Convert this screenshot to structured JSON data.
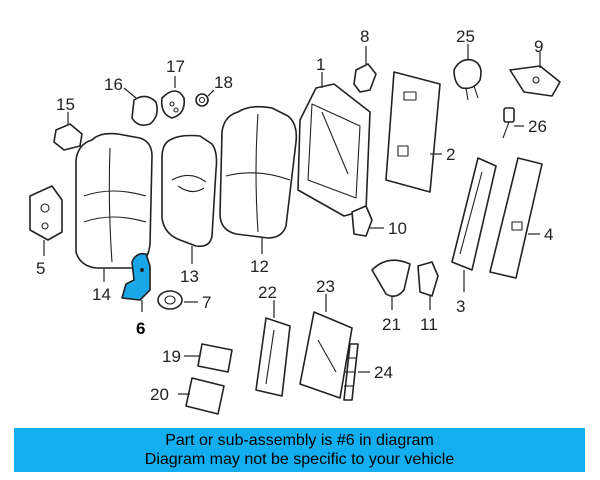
{
  "highlight_color": "#1aa7e8",
  "banner_color": "#13aef0",
  "callouts": {
    "c1": "1",
    "c2": "2",
    "c3": "3",
    "c4": "4",
    "c5": "5",
    "c6": "6",
    "c7": "7",
    "c8": "8",
    "c9": "9",
    "c10": "10",
    "c11": "11",
    "c12": "12",
    "c13": "13",
    "c14": "14",
    "c15": "15",
    "c16": "16",
    "c17": "17",
    "c18": "18",
    "c19": "19",
    "c20": "20",
    "c21": "21",
    "c22": "22",
    "c23": "23",
    "c24": "24",
    "c25": "25",
    "c26": "26"
  },
  "banner": {
    "line1": "Part or sub-assembly is #6 in diagram",
    "line2": "Diagram may not be specific to your vehicle"
  }
}
